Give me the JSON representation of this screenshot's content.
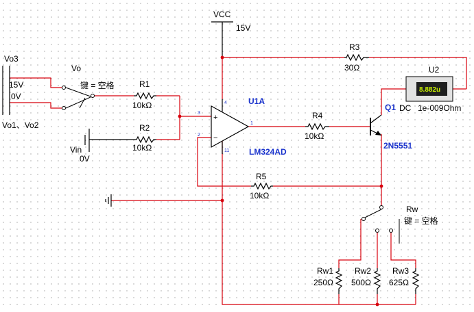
{
  "vcc": {
    "name": "VCC",
    "value": "15V"
  },
  "source_vo3": {
    "label": "Vo3",
    "v15": "15V",
    "v0": "0V",
    "bottom_label": "Vo1、Vo2"
  },
  "switch_vo": {
    "name": "Vo",
    "key": "键 = 空格"
  },
  "r1": {
    "name": "R1",
    "value": "10kΩ"
  },
  "r2": {
    "name": "R2",
    "value": "10kΩ"
  },
  "vin": {
    "name": "Vin",
    "value": "0V"
  },
  "r3": {
    "name": "R3",
    "value": "30Ω"
  },
  "r4": {
    "name": "R4",
    "value": "10kΩ"
  },
  "r5": {
    "name": "R5",
    "value": "10kΩ"
  },
  "opamp": {
    "name": "U1A",
    "part": "LM324AD",
    "pin_plus": "3",
    "pin_minus": "2",
    "pin_out": "1",
    "pin_vp": "4",
    "pin_vn": "11"
  },
  "transistor": {
    "name": "Q1",
    "part": "2N5551"
  },
  "meter": {
    "name": "U2",
    "reading": "8.882u",
    "mode": "DC",
    "resistance": "1e-009Ohm"
  },
  "switch_rw": {
    "name": "Rw",
    "key": "键 = 空格"
  },
  "rw1": {
    "name": "Rw1",
    "value": "250Ω"
  },
  "rw2": {
    "name": "Rw2",
    "value": "500Ω"
  },
  "rw3": {
    "name": "Rw3",
    "value": "625Ω"
  },
  "colors": {
    "wire": "#d8000c",
    "label": "#1a33cc",
    "meter_bg": "#1f1f1f",
    "meter_text": "#c8f000"
  }
}
